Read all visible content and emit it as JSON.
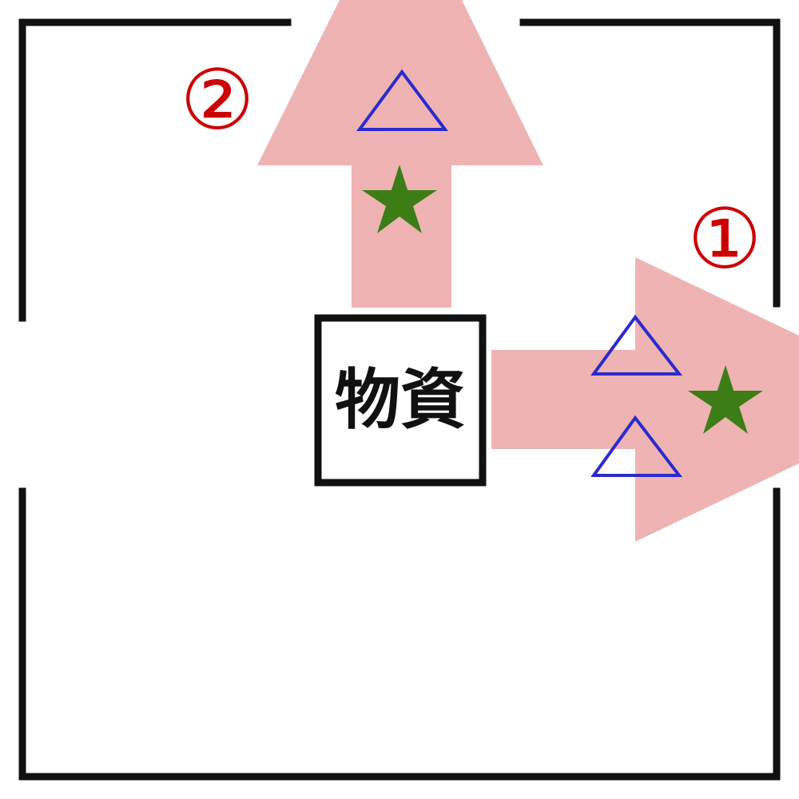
{
  "labels": {
    "box": "物資",
    "route_1": "①",
    "route_2": "②"
  },
  "colors": {
    "wall": "#111111",
    "arrow_fill": "#efb3b4",
    "triangle_stroke": "#2b2bcc",
    "star_fill": "#3d7d16",
    "number_color": "#cc0000"
  },
  "icons": {
    "triangle": "open-triangle",
    "star": "five-point-star"
  }
}
